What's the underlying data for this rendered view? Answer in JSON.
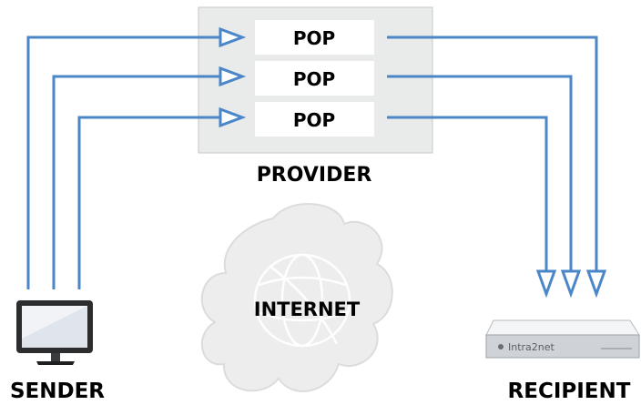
{
  "provider": {
    "label": "PROVIDER"
  },
  "pops": [
    {
      "label": "POP"
    },
    {
      "label": "POP"
    },
    {
      "label": "POP"
    }
  ],
  "internet": {
    "label": "INTERNET"
  },
  "sender": {
    "label": "SENDER"
  },
  "recipient": {
    "label": "RECIPIENT",
    "device_brand": "Intra2net"
  },
  "colors": {
    "flow": "#4a86c8",
    "provider_box": "#e8ebea",
    "cloud": "#ededed"
  }
}
